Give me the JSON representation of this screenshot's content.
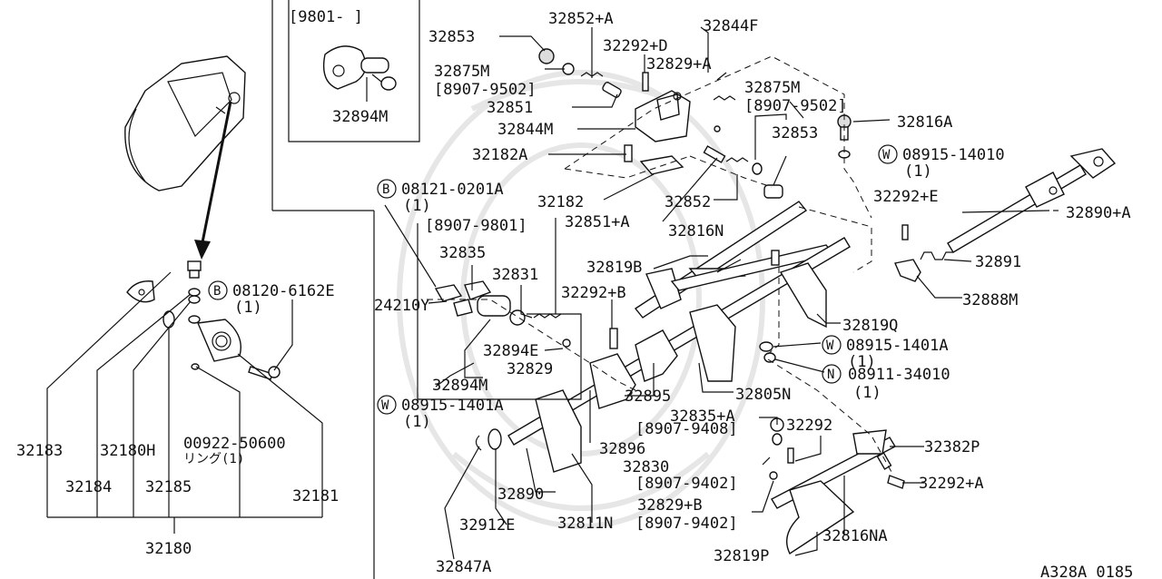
{
  "labels": {
    "l32852A": "32852+A",
    "l32844F": "32844F",
    "l32853a": "32853",
    "l32292D": "32292+D",
    "l32829A": "32829+A",
    "l32875Ma": "32875M",
    "l8907_9502a": "[8907-9502]",
    "l32875Mb": "32875M",
    "l8907_9502b": "[8907-9502]",
    "l32851": "32851",
    "l32844M": "32844M",
    "l32853b": "32853",
    "l32816A": "32816A",
    "l32182A": "32182A",
    "l08915_14010": "08915-14010",
    "l1a": "(1)",
    "l08121": "08121-0201A",
    "l1b": "(1)",
    "l32182": "32182",
    "l32852": "32852",
    "l32851A": "32851+A",
    "l32292E": "32292+E",
    "l32890A": "32890+A",
    "l8907_9801": "[8907-9801]",
    "l32816N": "32816N",
    "l32835": "32835",
    "l32819B": "32819B",
    "l32891": "32891",
    "l32831": "32831",
    "l08120": "08120-6162E",
    "l1c": "(1)",
    "l32292B": "32292+B",
    "l32888M": "32888M",
    "l24210Y": "24210Y",
    "l32819Q": "32819Q",
    "l08915_1401A_r": "08915-1401A",
    "l1d": "(1)",
    "l32894E": "32894E",
    "l32829": "32829",
    "l08911": "08911-34010",
    "l1e": "(1)",
    "l32894M_mid": "32894M",
    "l32895": "32895",
    "l32805N": "32805N",
    "l08915_1401A_l": "08915-1401A",
    "l1f": "(1)",
    "l32835A": "32835+A",
    "l8907_9408": "[8907-9408]",
    "l32292": "32292",
    "l32183": "32183",
    "l32180H": "32180H",
    "l00922": "00922-50600",
    "lring": "リング(1)",
    "l32896": "32896",
    "l32382P": "32382P",
    "l32830": "32830",
    "l8907_9402a": "[8907-9402]",
    "l32292A": "32292+A",
    "l32184": "32184",
    "l32185": "32185",
    "l32181": "32181",
    "l32890": "32890",
    "l32829B": "32829+B",
    "l8907_9402b": "[8907-9402]",
    "l32912E": "32912E",
    "l32811N": "32811N",
    "l32816NA": "32816NA",
    "l32180": "32180",
    "l32819P": "32819P",
    "l32847A": "32847A",
    "l9801": "[9801-     ]",
    "l32894M_inset": "32894M",
    "footer": "A328A 0185"
  },
  "circled": {
    "w1": "W",
    "b1": "B",
    "b2": "B",
    "w2": "W",
    "n1": "N",
    "w3": "W"
  }
}
